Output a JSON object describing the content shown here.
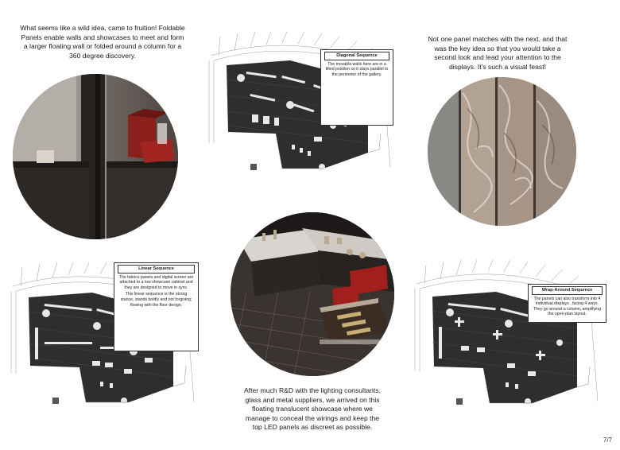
{
  "captions": {
    "top_left": "What seems like a wild idea, came to fruition! Foldable Panels enable walls and showcases to meet and form a larger floating wall or folded around a column for a 360 degree discovery.",
    "top_right": "Not one panel matches with the next, and that was the key idea so that you would take a second look and lead your attention to the displays. It's such a visual feast!",
    "bottom_center": "After much R&D with the lighting consultants, glass and metal suppliers, we arrived on this floating translucent showcase where we manage to conceal the wirings and keep the top LED panels as discreet as possible."
  },
  "callouts": {
    "diagonal": {
      "title": "Diagonal Sequence",
      "text": "The movable walls here are in a tilted position so it stays parallel to the perimeter of the gallery."
    },
    "linear": {
      "title": "Linear Sequence",
      "text1": "The fabrics panels and digital screen are attached to a low showcase cabinet and they are designed to move in sync.",
      "text2": "This linear sequence is the strong stance, stands boldly and not forgiving; flowing with the floor design."
    },
    "wrap": {
      "title": "Wrap-Around Sequence",
      "text": "The panels can also transform into 4 individual displays , facing 4 ways. They go around a column, amplifying the open-plan layout."
    }
  },
  "page_number": "7/7",
  "colors": {
    "floor_dark": "#2e2e2e",
    "marble": "#9a8f86",
    "wood": "#3a3431",
    "showcase_red": "#8a1f1c"
  }
}
